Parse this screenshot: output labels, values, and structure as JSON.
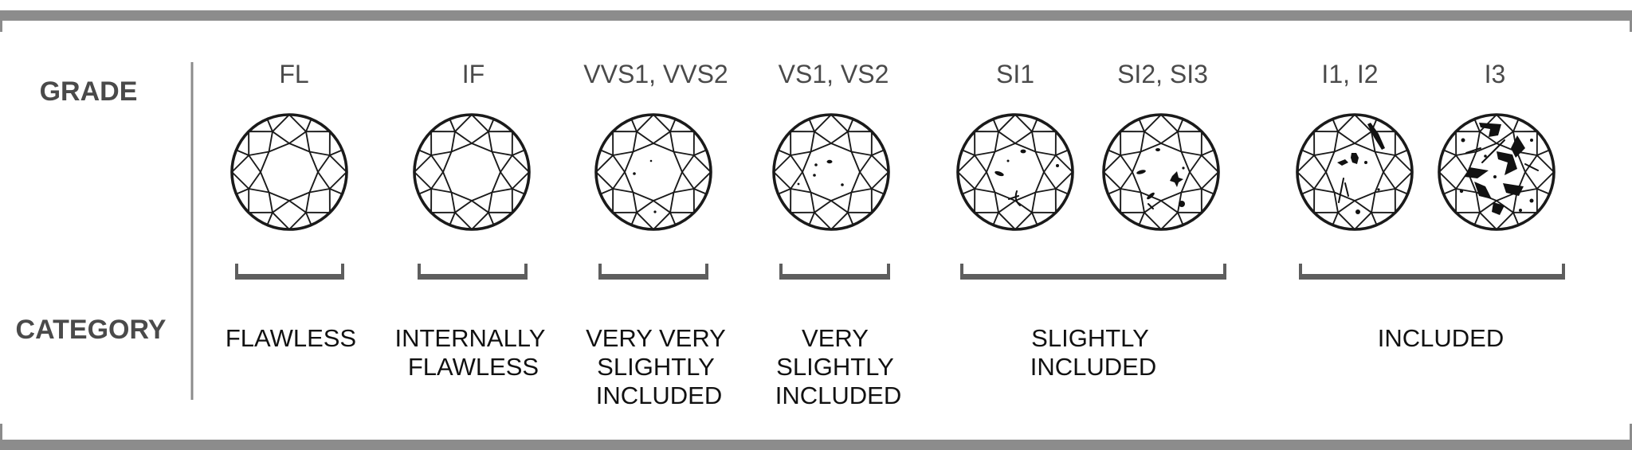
{
  "row_labels": {
    "grade": "GRADE",
    "category": "CATEGORY"
  },
  "colors": {
    "frame": "#8c8c8c",
    "bracket": "#5e5e5e",
    "text": "#4a4a4a",
    "diamond": "#1a1a1a"
  },
  "grades": [
    {
      "label": "FL",
      "inclusions": "none"
    },
    {
      "label": "IF",
      "inclusions": "none"
    },
    {
      "label": "VVS1, VVS2",
      "inclusions": "minute"
    },
    {
      "label": "VS1, VS2",
      "inclusions": "minor"
    },
    {
      "label": "SI1",
      "inclusions": "noticeable"
    },
    {
      "label": "SI2, SI3",
      "inclusions": "noticeable"
    },
    {
      "label": "I1, I2",
      "inclusions": "obvious"
    },
    {
      "label": "I3",
      "inclusions": "heavy"
    }
  ],
  "categories": [
    {
      "lines": [
        "FLAWLESS"
      ],
      "grades": [
        "FL"
      ]
    },
    {
      "lines": [
        "INTERNALLY",
        "FLAWLESS"
      ],
      "grades": [
        "IF"
      ]
    },
    {
      "lines": [
        "VERY VERY",
        "SLIGHTLY",
        "INCLUDED"
      ],
      "grades": [
        "VVS1, VVS2"
      ]
    },
    {
      "lines": [
        "VERY",
        "SLIGHTLY",
        "INCLUDED"
      ],
      "grades": [
        "VS1, VS2"
      ]
    },
    {
      "lines": [
        "SLIGHTLY",
        "INCLUDED"
      ],
      "grades": [
        "SI1",
        "SI2, SI3"
      ]
    },
    {
      "lines": [
        "INCLUDED"
      ],
      "grades": [
        "I1, I2",
        "I3"
      ]
    }
  ]
}
